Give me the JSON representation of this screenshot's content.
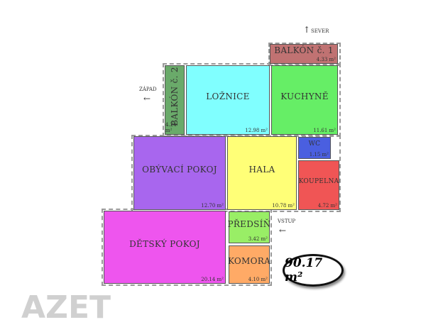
{
  "compass": {
    "north": "SEVER",
    "west": "ZÁPAD",
    "entrance": "VSTUP"
  },
  "watermark": "AZET",
  "rooms": [
    {
      "name": "BALKÓN č. 1",
      "area": "4.33 m²",
      "color": "#c07272"
    },
    {
      "name": "BALKÓN č. 2",
      "area": "4.24 m²",
      "color": "#6aaa6a"
    },
    {
      "name": "LOŽNICE",
      "area": "12.98 m²",
      "color": "#80ffff"
    },
    {
      "name": "KUCHYNĚ",
      "area": "11.61 m²",
      "color": "#66ee66"
    },
    {
      "name": "OBÝVACÍ POKOJ",
      "area": "12.70 m²",
      "color": "#a866ee"
    },
    {
      "name": "HALA",
      "area": "10.78 m²",
      "color": "#ffff77"
    },
    {
      "name": "WC",
      "area": "1.15 m²",
      "color": "#4a5fe0"
    },
    {
      "name": "KOUPELNA",
      "area": "4.72 m²",
      "color": "#f05555"
    },
    {
      "name": "DĚTSKÝ POKOJ",
      "area": "20.14 m²",
      "color": "#ee55ee"
    },
    {
      "name": "PŘEDSÍŇ",
      "area": "3.42 m²",
      "color": "#99ee66"
    },
    {
      "name": "KOMORA",
      "area": "4.10 m²",
      "color": "#ffaa66"
    }
  ],
  "total_area": "90.17 m²"
}
